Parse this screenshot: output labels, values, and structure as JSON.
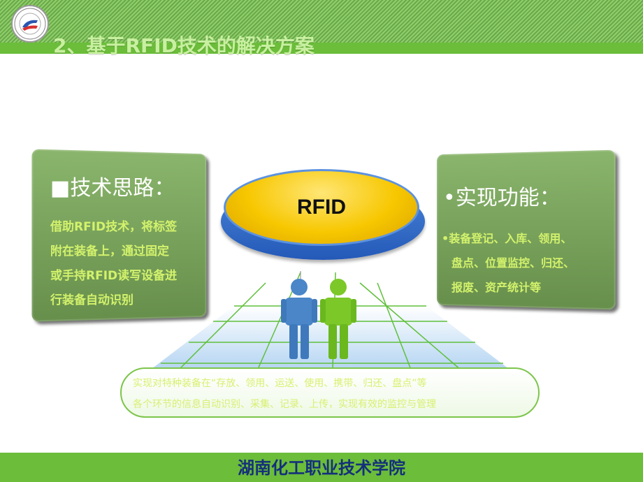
{
  "header": {
    "title": "2、基于RFID技术的解决方案"
  },
  "center": {
    "label": "RFID"
  },
  "left_panel": {
    "title": "■技术思路：",
    "lines": [
      "借助RFID技术，将标签",
      "附在装备上，通过固定",
      "或手持RFID读写设备进",
      "行装备自动识别"
    ]
  },
  "right_panel": {
    "title": "•实现功能：",
    "lines": [
      "•装备登记、入库、领用、",
      "盘点、位置监控、归还、",
      "报废、资产统计等"
    ]
  },
  "bubble": {
    "lines": [
      "实现对特种装备在“存放、领用、运送、使用、携带、归还、盘点”等",
      "各个环节的信息自动识别、采集、记录、上传，实现有效的监控与管理"
    ]
  },
  "footer": {
    "text": "湖南化工职业技术学院"
  },
  "colors": {
    "green": "#6bbd3a",
    "panel": "#7aa25c",
    "accent_text": "#d3f26c",
    "footer_text": "#14307a",
    "person_blue": "#4a86c8",
    "person_green": "#7cc828"
  }
}
